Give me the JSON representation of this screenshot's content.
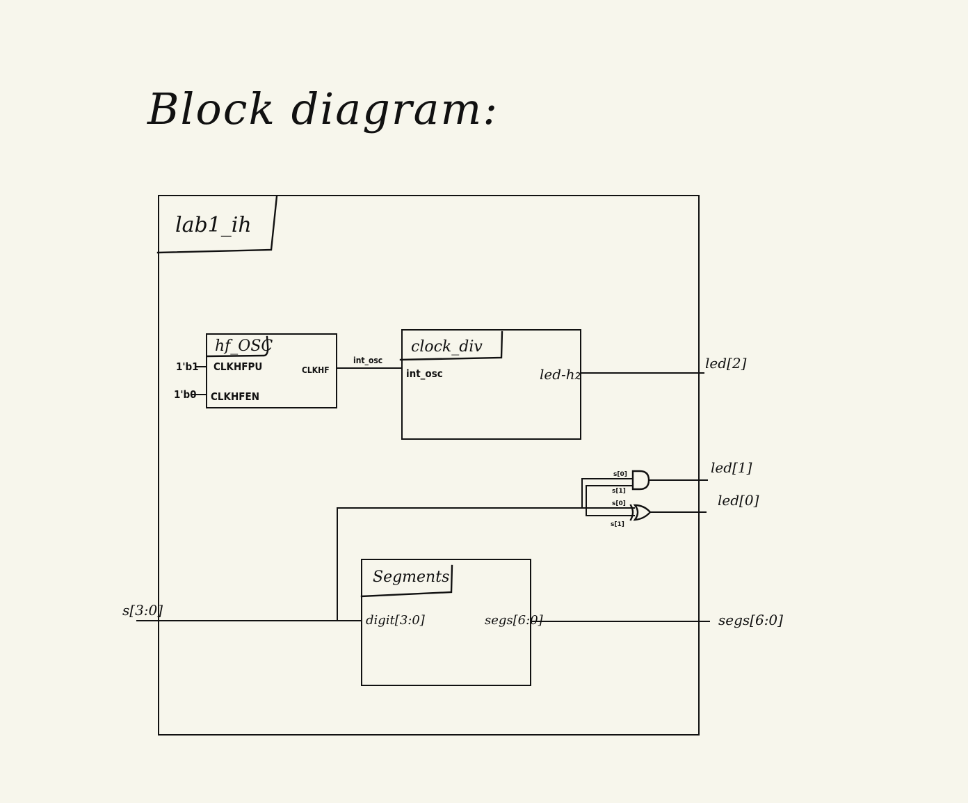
{
  "title": "Block diagram:",
  "colors": {
    "background": "#f7f6ec",
    "ink": "#111111"
  },
  "top_module": {
    "name": "lab1_ih",
    "inputs": [
      {
        "label": "s[3:0]"
      }
    ],
    "outputs": [
      {
        "label": "led[2]"
      },
      {
        "label": "led[1]"
      },
      {
        "label": "led[0]"
      },
      {
        "label": "segs[6:0]"
      }
    ]
  },
  "blocks": {
    "hf_osc": {
      "name": "hf_OSC",
      "ports": {
        "in1": "CLKHFPU",
        "in2": "CLKHFEN",
        "out": "CLKHF"
      },
      "constants": {
        "in1": "1'b1",
        "in2": "1'b0"
      }
    },
    "clock_div": {
      "name": "clock_div",
      "ports": {
        "in": "int_osc",
        "out": "led-hz"
      }
    },
    "segments": {
      "name": "Segments",
      "ports": {
        "in": "digit[3:0]",
        "out": "segs[6:0]"
      }
    }
  },
  "wires": {
    "osc_to_div": "int_osc"
  },
  "gates": {
    "and_gate": {
      "type": "AND",
      "inputs": [
        "s[0]",
        "s[1]"
      ],
      "output": "led[1]"
    },
    "xor_gate": {
      "type": "XOR",
      "inputs": [
        "s[0]",
        "s[1]"
      ],
      "output": "led[0]"
    }
  }
}
